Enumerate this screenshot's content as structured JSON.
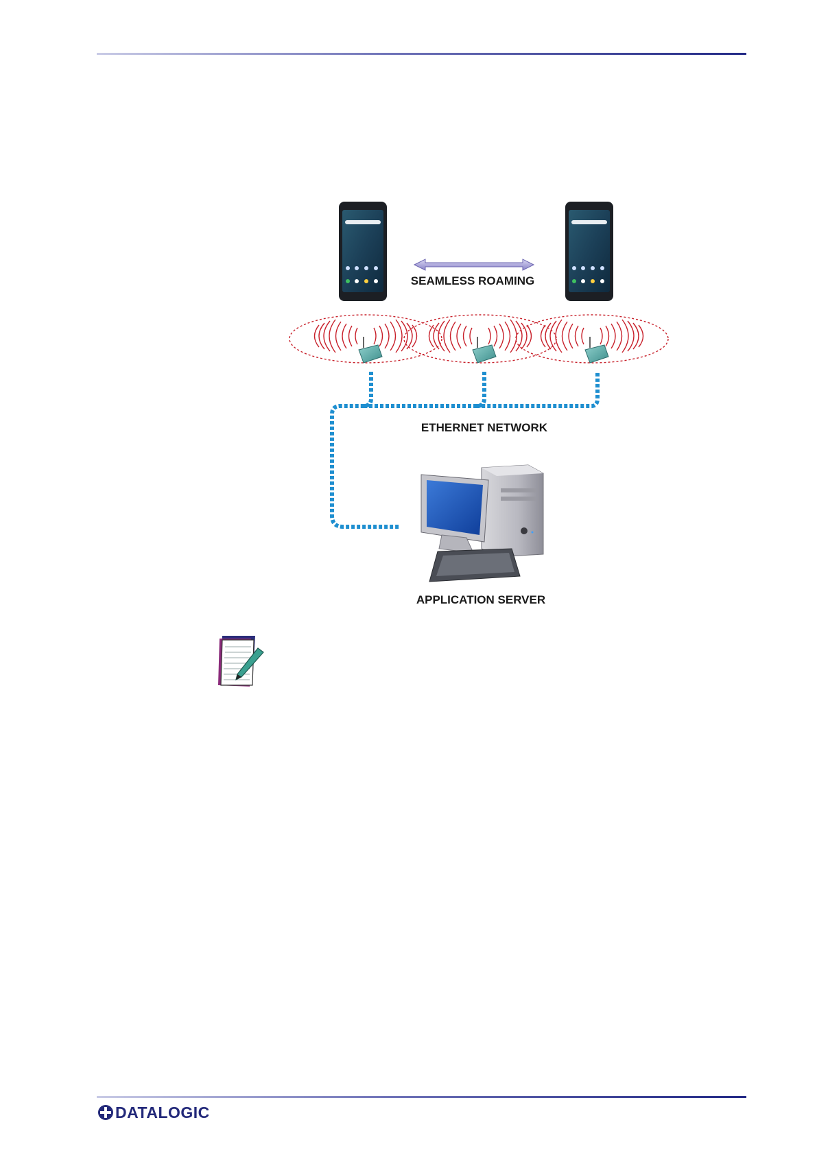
{
  "diagram": {
    "roaming_label": "SEAMLESS ROAMING",
    "ethernet_label": "ETHERNET NETWORK",
    "server_label": "APPLICATION SERVER"
  },
  "footer": {
    "brand": "DATALOGIC"
  },
  "colors": {
    "rule_dark": "#232a86",
    "cable_blue": "#1f8fd0",
    "radio_red": "#c8202a",
    "brand_navy": "#23297a"
  },
  "icons": [
    "mobile-computer-icon",
    "access-point-icon",
    "desktop-computer-icon",
    "note-icon",
    "datalogic-logo-icon"
  ]
}
